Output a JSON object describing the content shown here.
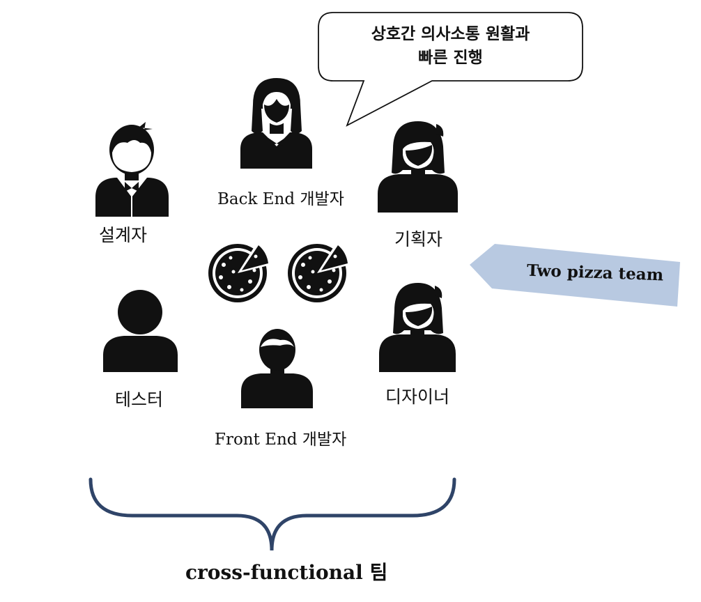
{
  "bubble": {
    "line1": "상호간 의사소통 원활과",
    "line2": "빠른 진행"
  },
  "roles": {
    "designer_arch": "설계자",
    "backend": "Back End 개발자",
    "planner": "기획자",
    "tester": "테스터",
    "frontend": "Front End 개발자",
    "designer_ui": "디자이너"
  },
  "tag": {
    "label": "Two pizza team",
    "color": "#b8c9e1"
  },
  "team": {
    "label": "cross-functional 팀",
    "brace_color": "#2f4468"
  },
  "icons": [
    "man-tie-icon",
    "woman-braids-icon",
    "woman-icon",
    "person-icon",
    "man-icon",
    "woman-icon",
    "pizza-icon",
    "pizza-icon"
  ]
}
